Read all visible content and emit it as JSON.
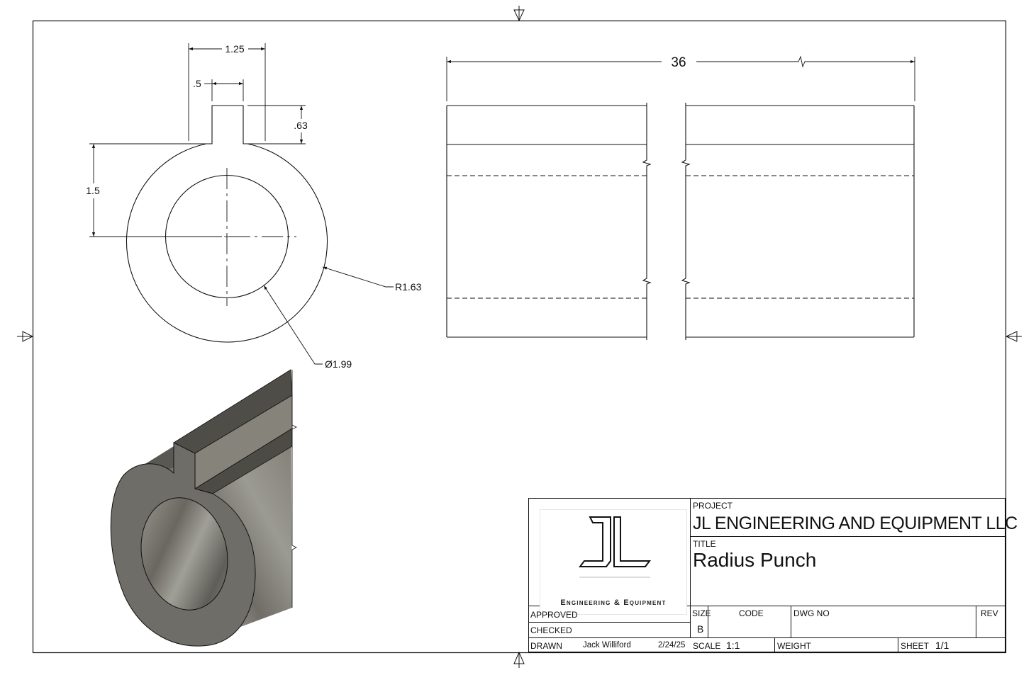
{
  "drawing": {
    "views": {
      "front_view": {
        "dimensions": {
          "key_outer_width": "1.25",
          "key_width": ".5",
          "key_height": ".63",
          "center_to_flat": "1.5",
          "outer_radius": "R1.63",
          "bore_diameter": "Ø1.99"
        }
      },
      "side_view": {
        "dimensions": {
          "length": "36"
        },
        "break_lines": true
      },
      "isometric_view": {
        "shading_colors": [
          "#6e6d68",
          "#4d4b45",
          "#86847b",
          "#9a9a94"
        ]
      }
    },
    "title_block": {
      "logo": {
        "monogram": "JL",
        "tagline": "Engineering & Equipment"
      },
      "project_label": "PROJECT",
      "project_value": "JL ENGINEERING AND EQUIPMENT LLC",
      "title_label": "TITLE",
      "title_value": "Radius Punch",
      "approved_label": "APPROVED",
      "checked_label": "CHECKED",
      "drawn_label": "DRAWN",
      "drawn_by": "Jack Williford",
      "drawn_date": "2/24/25",
      "size_label": "SIZE",
      "size_value": "B",
      "code_label": "CODE",
      "dwg_no_label": "DWG NO",
      "rev_label": "REV",
      "scale_label": "SCALE",
      "scale_value": "1:1",
      "weight_label": "WEIGHT",
      "sheet_label": "SHEET",
      "sheet_value": "1/1"
    }
  }
}
